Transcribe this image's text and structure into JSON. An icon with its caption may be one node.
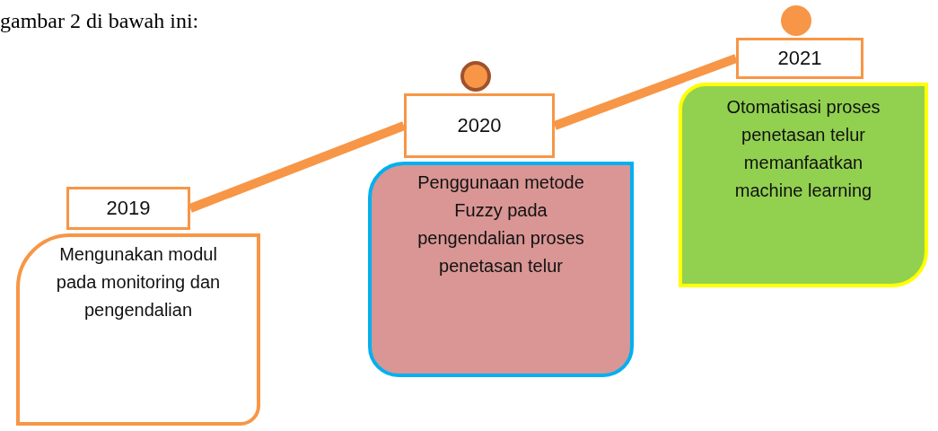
{
  "diagram": {
    "nodes": [
      {
        "text": [
          "2019"
        ]
      },
      {
        "text": [
          "Mengunakan modul pada monitoring dan pengendalian"
        ]
      },
      {
        "text": [
          "2020"
        ]
      },
      {
        "text": [
          "Penggunaan metode Fuzzy pada pengendalian proses penetasan telur"
        ]
      },
      {
        "text": [
          "2021"
        ]
      },
      {
        "text": [
          "Otomatisasi proses penetasan telur memanfaatkan machine learning"
        ]
      }
    ],
    "edges": [
      {
        "from": 0,
        "to": 2,
        "arrow": "none"
      },
      {
        "from": 2,
        "to": 4,
        "arrow": "none"
      }
    ],
    "labels": [
      "gambar 2 di bawah ini:"
    ]
  }
}
